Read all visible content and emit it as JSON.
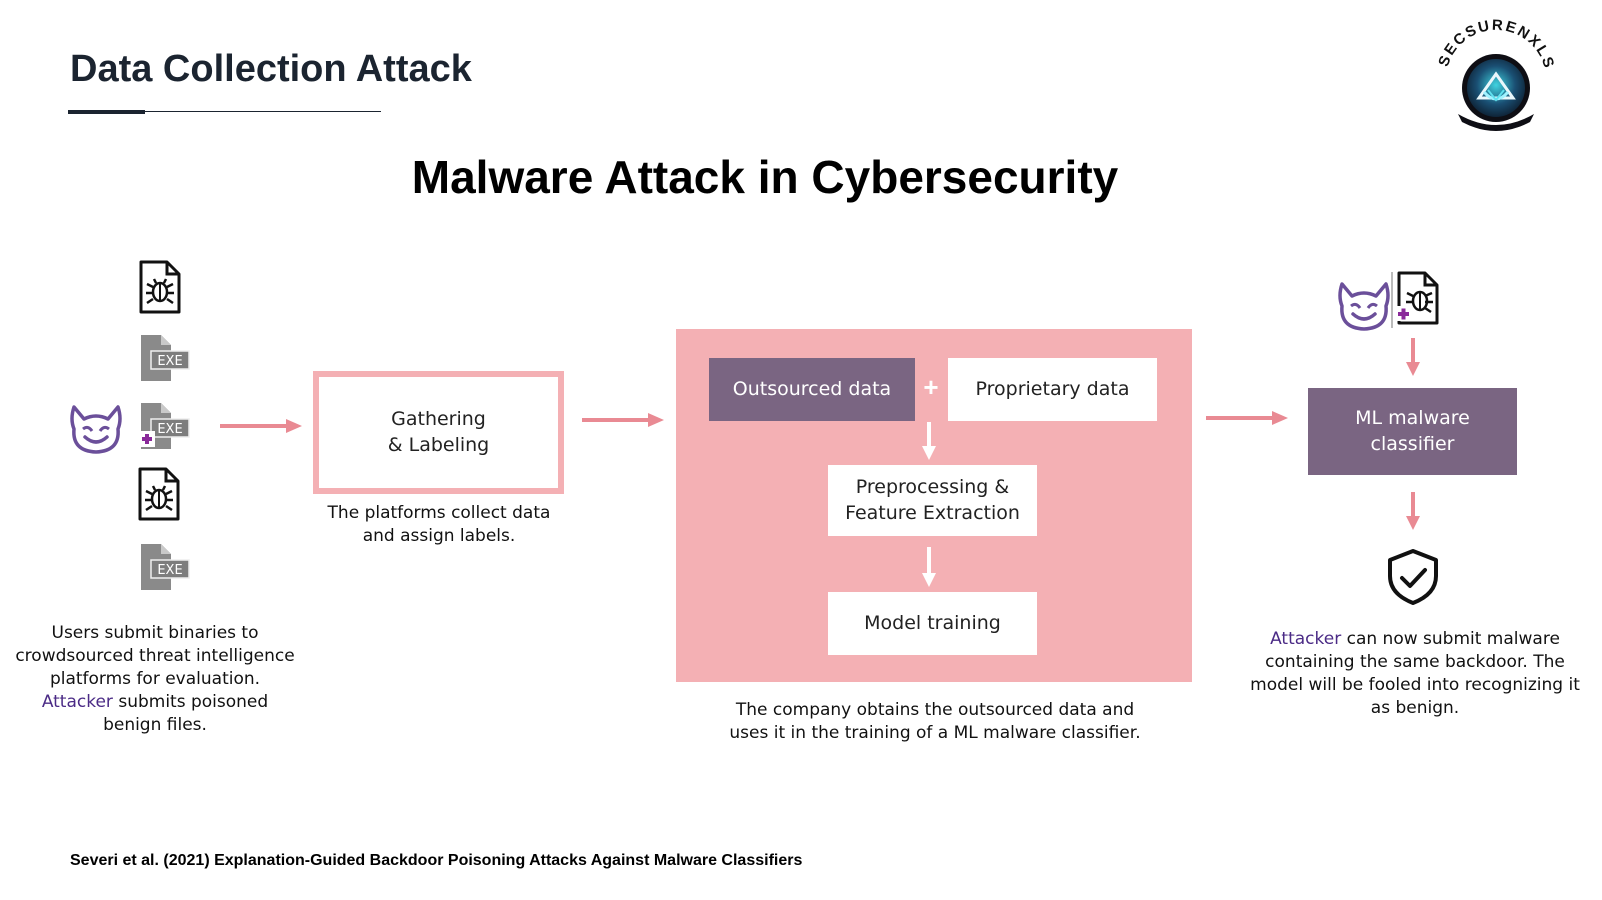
{
  "header": {
    "title": "Data Collection Attack",
    "logo_text": "SECSURENXLS"
  },
  "main_heading": "Malware Attack in Cybersecurity",
  "diagram": {
    "gathering_box": {
      "line1": "Gathering",
      "line2": "& Labeling"
    },
    "company": {
      "outsourced": "Outsourced data",
      "plus": "+",
      "proprietary": "Proprietary data",
      "preprocess_line1": "Preprocessing &",
      "preprocess_line2": "Feature Extraction",
      "model_training": "Model training"
    },
    "classifier": {
      "line1": "ML malware",
      "line2": "classifier"
    },
    "icons": {
      "exe_label": "EXE"
    }
  },
  "captions": {
    "users": {
      "line1": "Users submit binaries to",
      "line2": "crowdsourced threat intelligence",
      "line3": "platforms for evaluation.",
      "attacker": "Attacker",
      "line4_rest": " submits poisoned",
      "line5": "benign files."
    },
    "platforms": {
      "line1": "The platforms collect data",
      "line2": "and assign labels."
    },
    "company": {
      "line1": "The company obtains the outsourced data and",
      "line2": "uses it in the training of a ML malware classifier."
    },
    "result": {
      "attacker": "Attacker",
      "line1_rest": " can now submit malware",
      "line2": "containing the same backdoor. The",
      "line3": "model will be fooled into recognizing it",
      "line4": "as benign."
    }
  },
  "citation": "Severi et al. (2021) Explanation-Guided Backdoor Poisoning Attacks Against Malware Classifiers",
  "colors": {
    "pink_panel": "#f4b0b4",
    "arrow_pink": "#e98a93",
    "purple_box": "#7a6582",
    "attacker_purple": "#4b2b86",
    "devil_purple": "#6b4f9a"
  }
}
